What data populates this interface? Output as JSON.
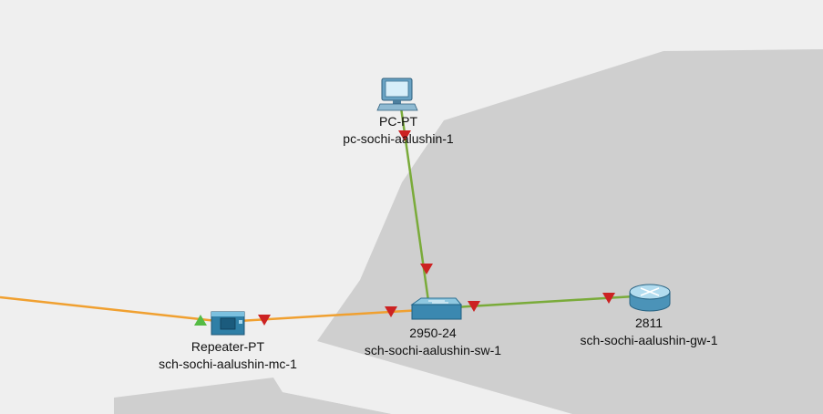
{
  "devices": {
    "pc": {
      "model": "PC-PT",
      "name": "pc-sochi-aalushin-1"
    },
    "repeater": {
      "model": "Repeater-PT",
      "name": "sch-sochi-aalushin-mc-1"
    },
    "switch": {
      "model": "2950-24",
      "name": "sch-sochi-aalushin-sw-1"
    },
    "router": {
      "model": "2811",
      "name": "sch-sochi-aalushin-gw-1"
    }
  },
  "links": [
    {
      "from": "offscreen-left",
      "to": "repeater",
      "cable": "fiber",
      "color": "#f0a030"
    },
    {
      "from": "repeater",
      "to": "switch",
      "cable": "fiber",
      "color": "#f0a030"
    },
    {
      "from": "pc",
      "to": "switch",
      "cable": "copper-straight",
      "color": "#7aab3a"
    },
    {
      "from": "switch",
      "to": "router",
      "cable": "copper-straight",
      "color": "#7aab3a"
    }
  ],
  "link_status_colors": {
    "down": "#cc2222",
    "up": "#55bb44"
  },
  "areas": {
    "background": "#efefef",
    "cluster_fill": "#cfcfcf"
  }
}
